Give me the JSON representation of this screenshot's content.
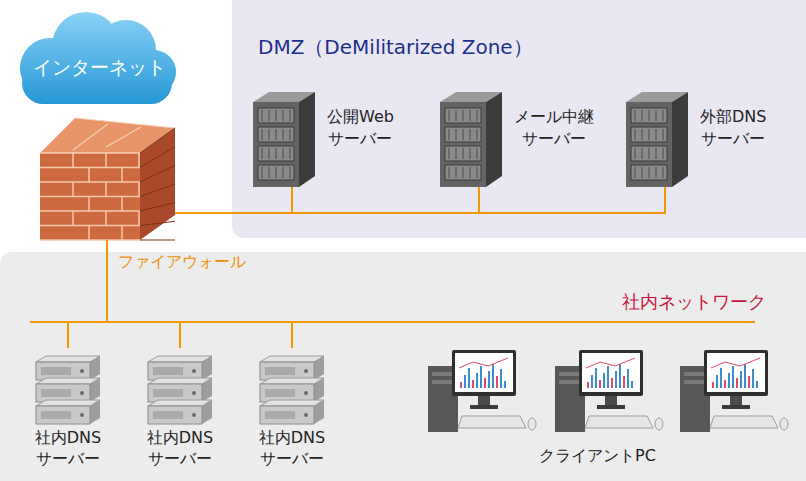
{
  "diagram": {
    "nodes": [
      {
        "text": [
          "インターネット"
        ]
      },
      {
        "text": [
          "DMZ（DeMilitarized Zone）"
        ]
      },
      {
        "text": [
          "公開Web サーバー"
        ],
        "in": 1
      },
      {
        "text": [
          "メール中継 サーバー"
        ],
        "in": 1
      },
      {
        "text": [
          "外部DNS サーバー"
        ],
        "in": 1
      },
      {
        "text": [
          "ファイアウォール"
        ]
      },
      {
        "text": [
          "社内ネットワーク"
        ]
      },
      {
        "text": [
          "社内DNS サーバー"
        ],
        "in": 6
      },
      {
        "text": [
          "社内DNS サーバー"
        ],
        "in": 6
      },
      {
        "text": [
          "社内DNS サーバー"
        ],
        "in": 6
      },
      {
        "text": [
          "クライアントPC"
        ],
        "in": 6
      }
    ],
    "edges": [
      {
        "from": 5,
        "to": 2,
        "arrow": "none"
      },
      {
        "from": 5,
        "to": 3,
        "arrow": "none"
      },
      {
        "from": 5,
        "to": 4,
        "arrow": "none"
      },
      {
        "from": 5,
        "to": 7,
        "arrow": "none"
      },
      {
        "from": 5,
        "to": 8,
        "arrow": "none"
      },
      {
        "from": 5,
        "to": 9,
        "arrow": "none"
      }
    ]
  }
}
